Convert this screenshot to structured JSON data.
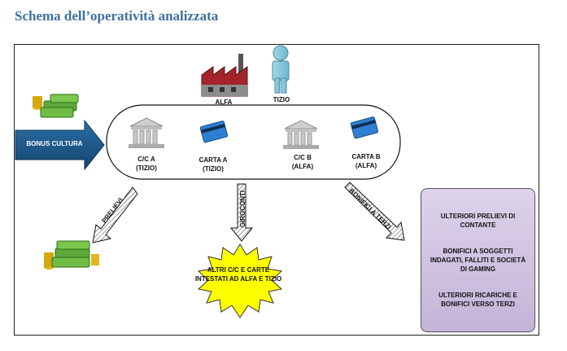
{
  "title": "Schema dell’operatività analizzata",
  "top_icons": {
    "factory_label": "ALFA",
    "person_label": "TIZIO"
  },
  "bonus_arrow_label": "BONUS CULTURA",
  "accounts": [
    {
      "line1": "C/C A",
      "line2": "(TIZIO)"
    },
    {
      "line1": "CARTA A",
      "line2": "(TIZIO)"
    },
    {
      "line1": "C/C B",
      "line2": "(ALFA)"
    },
    {
      "line1": "CARTA B",
      "line2": "(ALFA)"
    }
  ],
  "arrows": {
    "prelievi": "PRELIEVI",
    "giroconti": "GIROCONTI",
    "bonifici": "BONIFICI A TERZI"
  },
  "burst_text": "ALTRI C/C E CARTE INTESTATI AD ALFA E TIZIO",
  "purple_box": [
    "ULTERIORI PRELIEVI DI CONTANTE",
    "BONIFICI A SOGGETTI INDAGATI, FALLITI E SOCIETÀ DI GAMING",
    "ULTERIORI RICARICHE E BONIFICI VERSO TERZI"
  ],
  "icons": [
    "factory-icon",
    "person-icon",
    "bank-icon",
    "credit-card-icon",
    "money-stack-icon",
    "starburst-icon"
  ]
}
